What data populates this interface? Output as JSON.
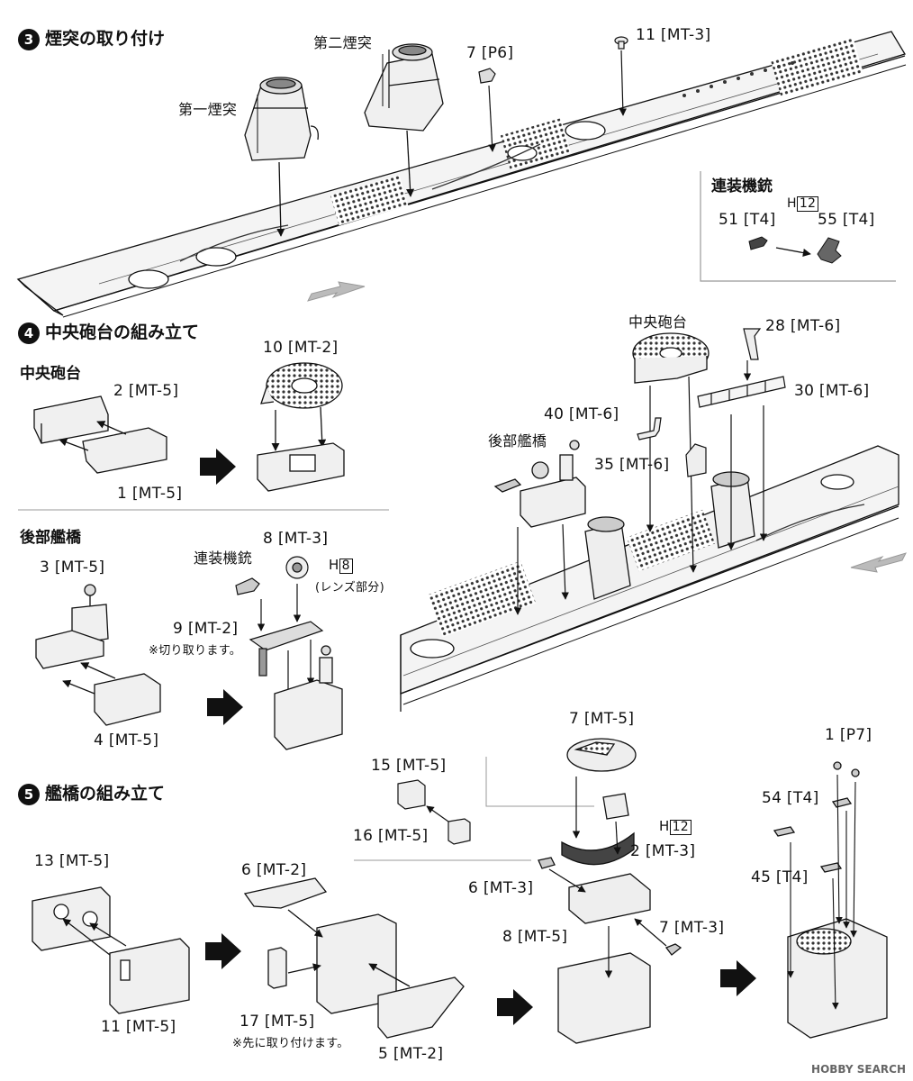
{
  "step3": {
    "num": "3",
    "title": "煙突の取り付け"
  },
  "step3_labels": {
    "funnel2": "第二煙突",
    "funnel1": "第一煙突",
    "p7_p6": "7 [P6]",
    "p11_mt3": "11 [MT-3]",
    "mg_title": "連装機銃",
    "mg_h_prefix": "H",
    "mg_h_box": "12",
    "p51": "51 [T4]",
    "p55": "55 [T4]"
  },
  "step4": {
    "num": "4",
    "title": "中央砲台の組み立て"
  },
  "step4_labels": {
    "sub_central": "中央砲台",
    "p2_mt5": "2 [MT-5]",
    "p1_mt5": "1 [MT-5]",
    "p10_mt2": "10 [MT-2]",
    "sub_aft_bridge": "後部艦橋",
    "p3_mt5": "3 [MT-5]",
    "p8_mt3": "8 [MT-3]",
    "mg": "連装機銃",
    "h8_prefix": "H",
    "h8_box": "8",
    "lens": "(レンズ部分)",
    "p9_mt2": "9 [MT-2]",
    "cut_note": "※切り取ります。",
    "p4_mt5": "4 [MT-5]",
    "r_central": "中央砲台",
    "r_p28": "28 [MT-6]",
    "r_p30": "30 [MT-6]",
    "r_p40": "40 [MT-6]",
    "r_aft": "後部艦橋",
    "r_p35": "35 [MT-6]"
  },
  "step5": {
    "num": "5",
    "title": "艦橋の組み立て"
  },
  "step5_labels": {
    "p15": "15 [MT-5]",
    "p16": "16 [MT-5]",
    "p7_mt5": "7 [MT-5]",
    "h12_prefix": "H",
    "h12_box": "12",
    "p2_mt3": "2 [MT-3]",
    "p6_mt3": "6 [MT-3]",
    "p8_mt5": "8 [MT-5]",
    "p7_mt3": "7 [MT-3]",
    "p1_p7": "1 [P7]",
    "p54": "54 [T4]",
    "p45": "45 [T4]",
    "p13": "13 [MT-5]",
    "p6_mt2": "6 [MT-2]",
    "p11_mt5": "11 [MT-5]",
    "p17": "17 [MT-5]",
    "note_first": "※先に取り付けます。",
    "p5_mt2": "5 [MT-2]"
  },
  "watermark": "HOBBY SEARCH",
  "colors": {
    "ink": "#111111",
    "part_fill": "#f2f2f2",
    "shade": "#9a9a9a",
    "dark": "#555555"
  }
}
